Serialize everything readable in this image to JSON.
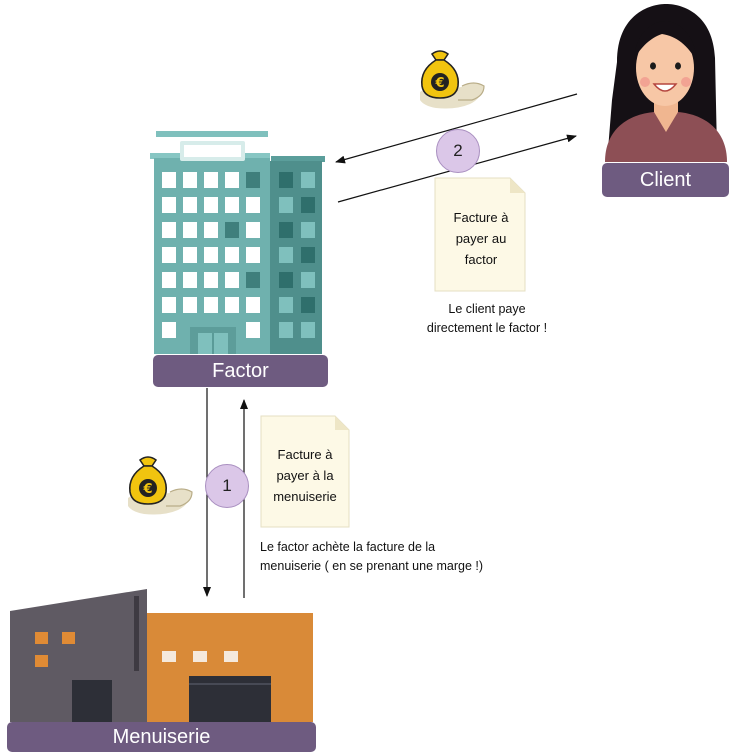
{
  "actors": {
    "factor": "Factor",
    "client": "Client",
    "menuiserie": "Menuiserie"
  },
  "steps": {
    "one": "1",
    "two": "2"
  },
  "notes": {
    "invoice_client": [
      "Facture à",
      "payer au",
      "factor"
    ],
    "invoice_menuiserie": [
      "Facture à",
      "payer à la",
      "menuiserie"
    ]
  },
  "captions": {
    "client_pays": [
      "Le client paye",
      "directement le factor !"
    ],
    "factor_buys": [
      "Le factor achète la facture de la",
      "menuiserie ( en se prenant une marge !)"
    ]
  },
  "icons": {
    "money_bag_symbol": "€"
  },
  "colors": {
    "label_bar": "#6e5b80",
    "building_teal": "#6fb1ae",
    "workshop_orange": "#d98a38",
    "workshop_grey": "#5f5a63",
    "step_circle": "#dbc7e8",
    "note_paper": "#fdf9e6",
    "money_gold": "#f1c40f"
  }
}
